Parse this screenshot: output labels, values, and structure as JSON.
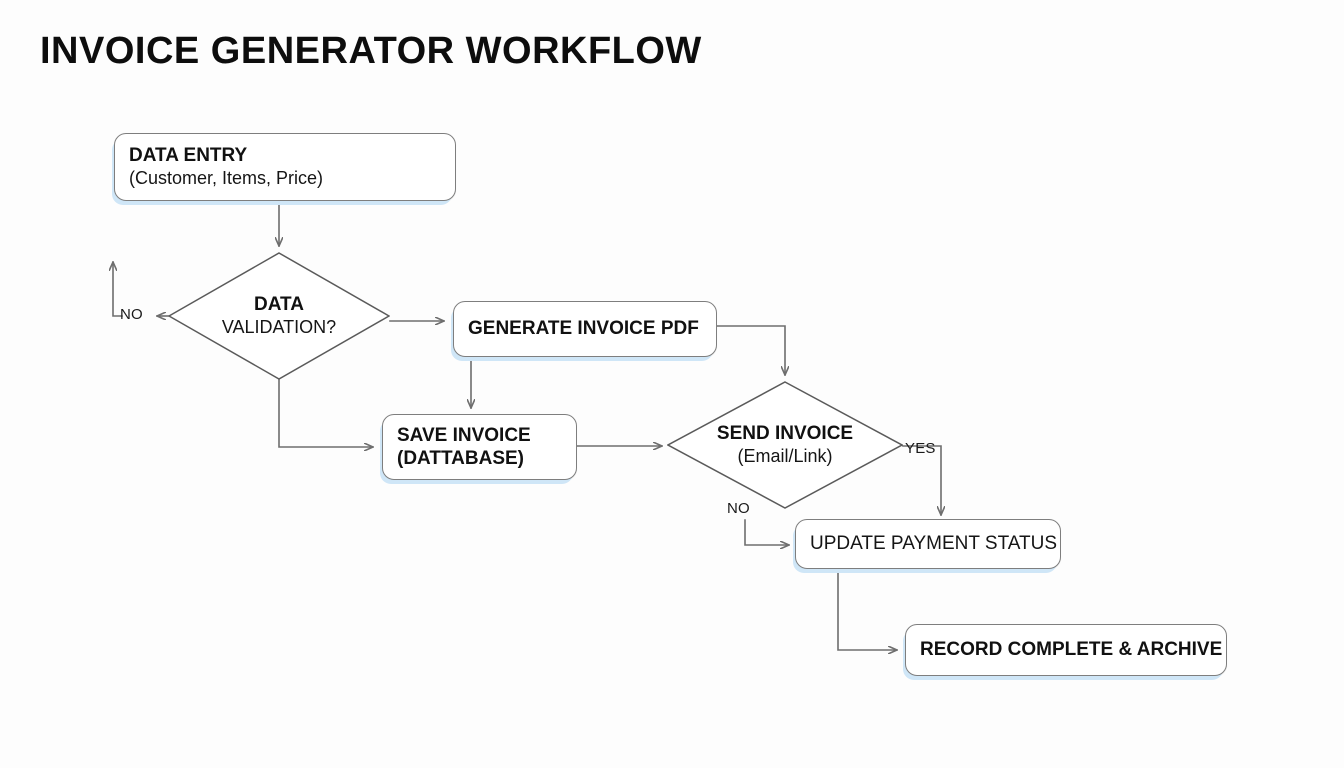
{
  "page": {
    "title": "INVOICE GENERATOR WORKFLOW",
    "background_color": "#fdfdfd",
    "line_color": "#6e6e6e",
    "box_border_color": "#7e7e7e",
    "box_glow_color": "#cfe6f7",
    "text_color": "#111111"
  },
  "nodes": {
    "data_entry": {
      "shape": "rounded-rect",
      "line1": "DATA ENTRY",
      "line2": "(Customer, Items, Price)"
    },
    "data_validation": {
      "shape": "diamond",
      "line1": "DATA",
      "line2": "VALIDATION?"
    },
    "generate_pdf": {
      "shape": "rounded-rect",
      "line1": "GENERATE INVOICE PDF",
      "line2": ""
    },
    "save_invoice": {
      "shape": "rounded-rect",
      "line1": "SAVE INVOICE",
      "line2": "(DATTABASE)"
    },
    "send_invoice": {
      "shape": "diamond",
      "line1": "SEND INVOICE",
      "line2": "(Email/Link)"
    },
    "update_payment": {
      "shape": "rounded-rect",
      "line1": "UPDATE PAYMENT STATUS",
      "line2": ""
    },
    "record_complete": {
      "shape": "rounded-rect",
      "line1": "RECORD COMPLETE & ARCHIVE",
      "line2": ""
    }
  },
  "edge_labels": {
    "validation_no": "NO",
    "send_yes": "YES",
    "send_no": "NO"
  }
}
